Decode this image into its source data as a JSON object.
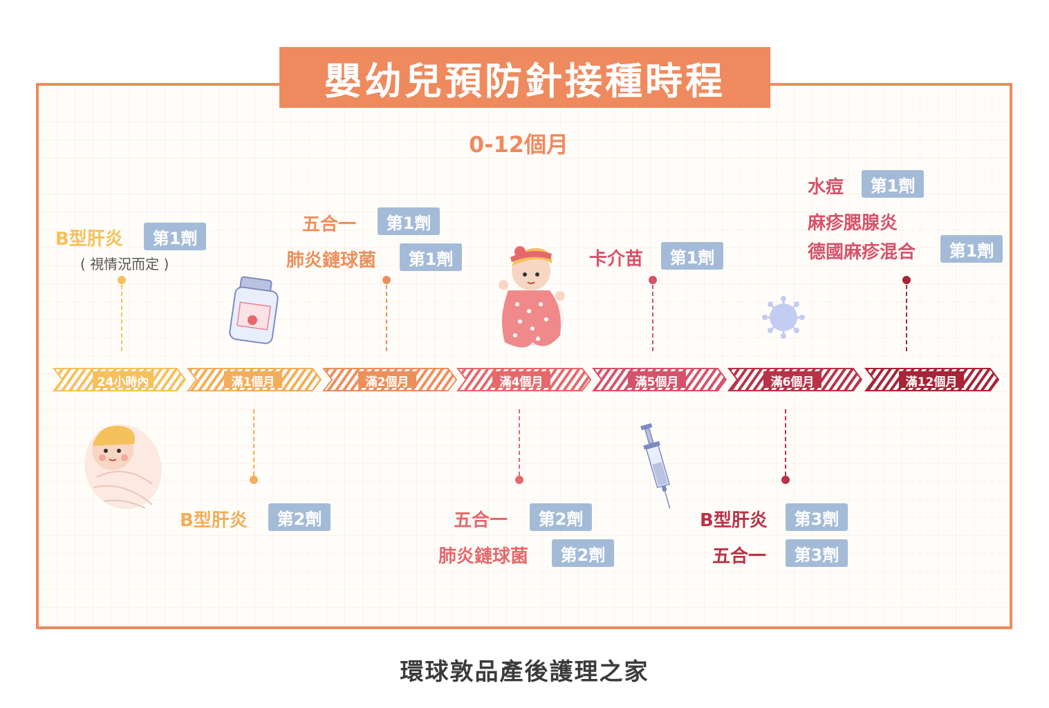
{
  "title": "嬰幼兒預防針接種時程",
  "subtitle": "0-12個月",
  "footer": "環球敦品產後護理之家",
  "colors": {
    "accent": "#ee8a5e",
    "dose_badge": "#a4bbd8",
    "stage_colors": [
      "#f5c15b",
      "#f2ae5a",
      "#ed8f5c",
      "#e6686b",
      "#d6526a",
      "#b93248",
      "#a82537"
    ]
  },
  "timeline": [
    {
      "label": "24小時內"
    },
    {
      "label": "滿1個月"
    },
    {
      "label": "滿2個月"
    },
    {
      "label": "滿4個月"
    },
    {
      "label": "滿5個月"
    },
    {
      "label": "滿6個月"
    },
    {
      "label": "滿12個月"
    }
  ],
  "above": {
    "birth": {
      "name": "B型肝炎",
      "dose": "第1劑",
      "note": "( 視情況而定 )"
    },
    "month2": {
      "name1": "五合一",
      "dose1": "第1劑",
      "name2": "肺炎鏈球菌",
      "dose2": "第1劑"
    },
    "month5": {
      "name": "卡介苗",
      "dose": "第1劑"
    },
    "month12": {
      "name1": "水痘",
      "dose1": "第1劑",
      "name2a": "麻疹腮腺炎",
      "name2b": "德國麻疹混合",
      "dose2": "第1劑"
    }
  },
  "below": {
    "month1": {
      "name": "B型肝炎",
      "dose": "第2劑"
    },
    "month4": {
      "name1": "五合一",
      "dose1": "第2劑",
      "name2": "肺炎鏈球菌",
      "dose2": "第2劑"
    },
    "month6": {
      "name1": "B型肝炎",
      "dose1": "第3劑",
      "name2": "五合一",
      "dose2": "第3劑"
    }
  },
  "illustrations": [
    "baby-wrapped-icon",
    "medicine-bottle-icon",
    "baby-girl-icon",
    "syringe-icon",
    "virus-icon"
  ]
}
